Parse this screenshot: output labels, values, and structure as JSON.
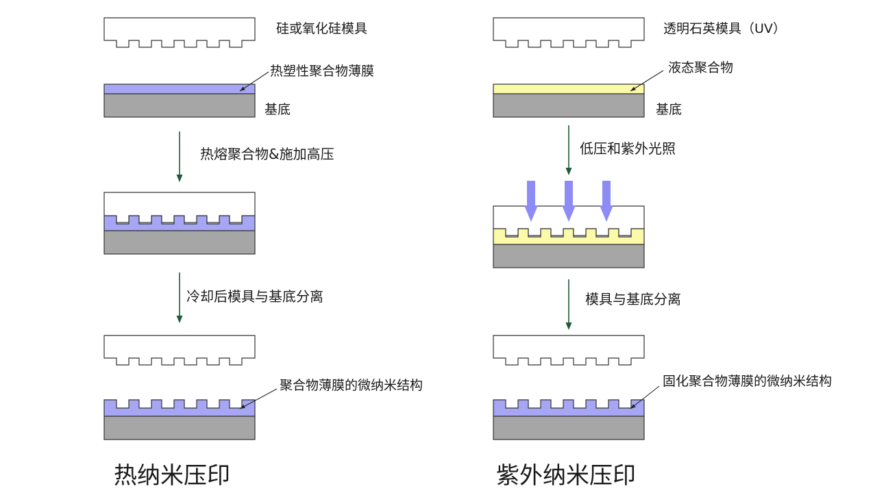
{
  "colors": {
    "mold_fill": "#ffffff",
    "outline": "#333333",
    "substrate": "#a6a6a6",
    "thermoplastic_film": "#a6a6f4",
    "liquid_polymer": "#fbfaa8",
    "arrow": "#1e5a3b",
    "uv_light": "#8c8cf4"
  },
  "thermal": {
    "mold_label": "硅或氧化硅模具",
    "film_label": "热塑性聚合物薄膜",
    "substrate_label": "基底",
    "step1_label": "热熔聚合物&施加高压",
    "step2_label": "冷却后模具与基底分离",
    "result_label": "聚合物薄膜的微纳米结构",
    "title": "热纳米压印"
  },
  "uv": {
    "mold_label": "透明石英模具（UV）",
    "film_label": "液态聚合物",
    "substrate_label": "基底",
    "step1_label": "低压和紫外光照",
    "step2_label": "模具与基底分离",
    "result_label": "固化聚合物薄膜的微纳米结构",
    "title": "紫外纳米压印"
  }
}
